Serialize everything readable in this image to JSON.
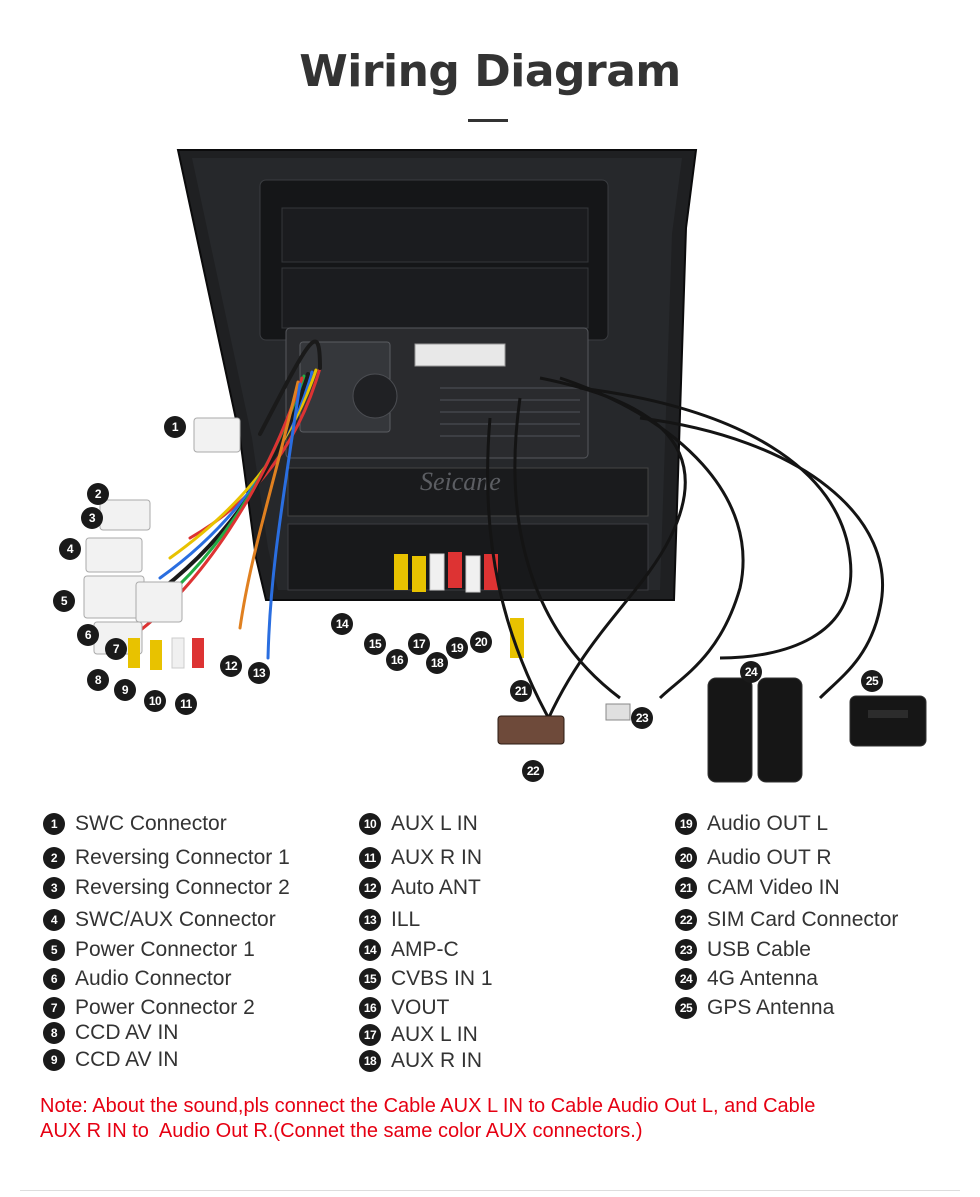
{
  "header": {
    "title": "Wiring Diagram"
  },
  "photo": {
    "watermark": "Seicane"
  },
  "legend": {
    "columns": [
      [
        {
          "num": "1",
          "label": "SWC Connector"
        },
        {
          "num": "2",
          "label": "Reversing Connector 1"
        },
        {
          "num": "3",
          "label": "Reversing Connector 2"
        },
        {
          "num": "4",
          "label": "SWC/AUX Connector"
        },
        {
          "num": "5",
          "label": "Power Connector 1"
        },
        {
          "num": "6",
          "label": "Audio Connector"
        },
        {
          "num": "7",
          "label": "Power Connector 2"
        },
        {
          "num": "8",
          "label": "CCD AV IN"
        },
        {
          "num": "9",
          "label": "CCD AV IN"
        }
      ],
      [
        {
          "num": "10",
          "label": "AUX L IN"
        },
        {
          "num": "11",
          "label": "AUX R IN"
        },
        {
          "num": "12",
          "label": "Auto ANT"
        },
        {
          "num": "13",
          "label": "ILL"
        },
        {
          "num": "14",
          "label": "AMP-C"
        },
        {
          "num": "15",
          "label": "CVBS IN 1"
        },
        {
          "num": "16",
          "label": "VOUT"
        },
        {
          "num": "17",
          "label": "AUX L IN"
        },
        {
          "num": "18",
          "label": "AUX R IN"
        }
      ],
      [
        {
          "num": "19",
          "label": "Audio OUT L"
        },
        {
          "num": "20",
          "label": "Audio OUT R"
        },
        {
          "num": "21",
          "label": "CAM Video IN"
        },
        {
          "num": "22",
          "label": "SIM Card Connector"
        },
        {
          "num": "23",
          "label": "USB Cable"
        },
        {
          "num": "24",
          "label": "4G Antenna"
        },
        {
          "num": "25",
          "label": "GPS Antenna"
        }
      ]
    ]
  },
  "note": {
    "line1": "Note: About the sound,pls connect the Cable AUX L IN to Cable Audio Out L, and Cable",
    "line2": "AUX R IN to  Audio Out R.(Connet the same color AUX connectors.)"
  },
  "colors": {
    "note": "#e60012",
    "title": "#333333",
    "panel": "#1c1c1e"
  }
}
